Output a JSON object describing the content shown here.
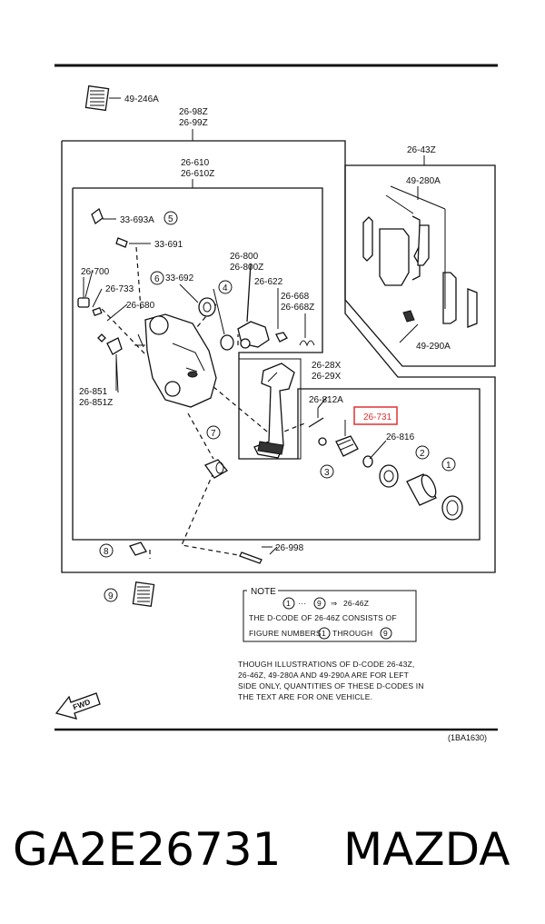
{
  "labels": {
    "p49_246a": "49-246A",
    "p26_98z": "26-98Z",
    "p26_99z": "26-99Z",
    "p26_43z": "26-43Z",
    "p26_610": "26-610",
    "p26_610z": "26-610Z",
    "p49_280a": "49-280A",
    "p49_290a": "49-290A",
    "p33_693a": "33-693A",
    "p33_691": "33-691",
    "p26_800": "26-800",
    "p26_800z": "26-800Z",
    "p26_700": "26-700",
    "p33_692": "33-692",
    "p26_622": "26-622",
    "p26_733": "26-733",
    "p26_668": "26-668",
    "p26_668z": "26-668Z",
    "p26_680": "26-680",
    "p26_28x": "26-28X",
    "p26_29x": "26-29X",
    "p26_851": "26-851",
    "p26_851z": "26-851Z",
    "p26_812a": "26-812A",
    "p26_731": "26-731",
    "p26_816": "26-816",
    "p26_998": "26-998",
    "diagram_code": "(1BA1630)",
    "fwd": "FWD"
  },
  "circled": {
    "c1": "1",
    "c2": "2",
    "c3": "3",
    "c4": "4",
    "c5": "5",
    "c6": "6",
    "c7": "7",
    "c8": "8",
    "c9": "9"
  },
  "note": {
    "title": "NOTE",
    "line1_from": "1",
    "line1_to": "9",
    "line1_result": "26-46Z",
    "line2": "THE D-CODE OF  26-46Z  CONSISTS OF",
    "line3_a": "FIGURE NUMBERS",
    "line3_n1": "1",
    "line3_b": "THROUGH",
    "line3_n2": "9",
    "para1": "THOUGH ILLUSTRATIONS OF D-CODE 26-43Z,",
    "para2": "26-46Z, 49-280A AND 49-290A  ARE FOR LEFT",
    "para3": "SIDE ONLY, QUANTITIES OF THESE D-CODES IN",
    "para4": "THE TEXT ARE FOR ONE VEHICLE."
  },
  "highlight_color": "#e03030",
  "footer": {
    "part_number": "GA2E26731",
    "brand": "MAZDA"
  }
}
